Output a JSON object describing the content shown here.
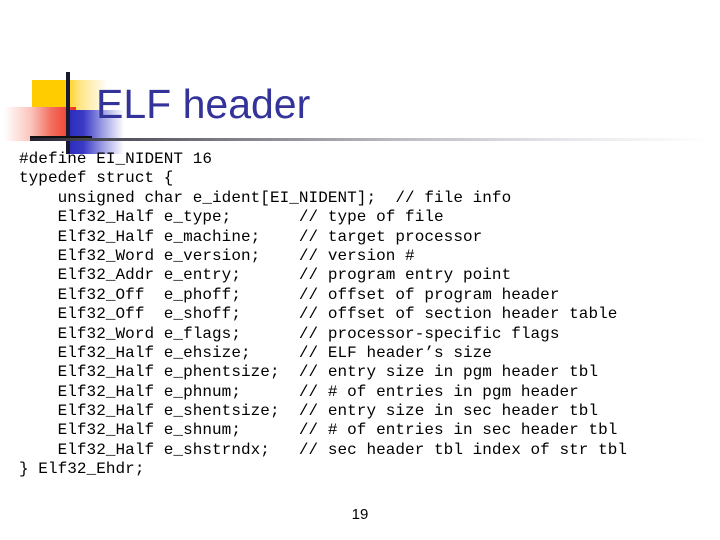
{
  "slide": {
    "title": "ELF header",
    "page_number": "19",
    "title_color": "#333399",
    "accent_colors": {
      "yellow": "#FFCC00",
      "red": "#EE3322",
      "blue": "#2A2ABB",
      "rule": "#1A1A2E"
    }
  },
  "code": {
    "language": "c",
    "lines": [
      "#define EI_NIDENT 16",
      "typedef struct {",
      "    unsigned char e_ident[EI_NIDENT];  // file info",
      "    Elf32_Half e_type;       // type of file",
      "    Elf32_Half e_machine;    // target processor",
      "    Elf32_Word e_version;    // version #",
      "    Elf32_Addr e_entry;      // program entry point",
      "    Elf32_Off  e_phoff;      // offset of program header",
      "    Elf32_Off  e_shoff;      // offset of section header table",
      "    Elf32_Word e_flags;      // processor-specific flags",
      "    Elf32_Half e_ehsize;     // ELF header’s size",
      "    Elf32_Half e_phentsize;  // entry size in pgm header tbl",
      "    Elf32_Half e_phnum;      // # of entries in pgm header",
      "    Elf32_Half e_shentsize;  // entry size in sec header tbl",
      "    Elf32_Half e_shnum;      // # of entries in sec header tbl",
      "    Elf32_Half e_shstrndx;   // sec header tbl index of str tbl",
      "} Elf32_Ehdr;"
    ]
  }
}
